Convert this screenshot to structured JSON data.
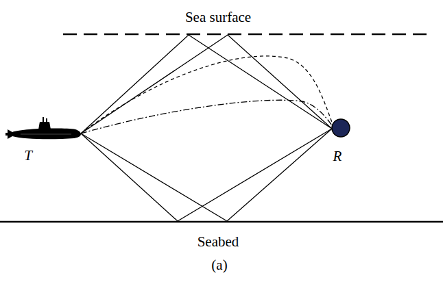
{
  "diagram": {
    "caption": "(a)",
    "labels": [
      "Sea surface",
      "T",
      "R",
      "Seabed"
    ]
  }
}
